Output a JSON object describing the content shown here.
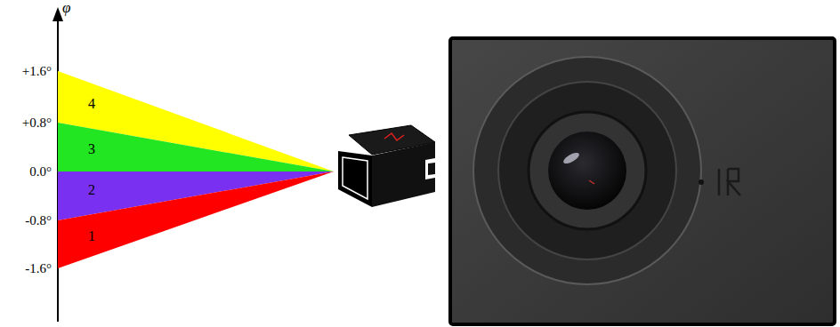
{
  "diagram": {
    "nodes": [
      {
        "text": [
          "4"
        ]
      },
      {
        "text": [
          "3"
        ]
      },
      {
        "text": [
          "2"
        ]
      },
      {
        "text": [
          "1"
        ]
      }
    ],
    "labels": [
      "φ",
      "+1.6°",
      "+0.8°",
      "0.0°",
      "-0.8°",
      "-1.6°"
    ]
  }
}
